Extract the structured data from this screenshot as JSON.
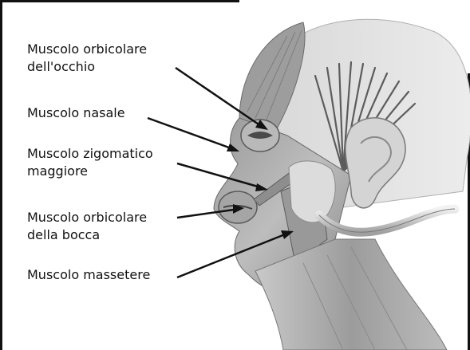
{
  "labels": [
    {
      "lines": [
        "Muscolo orbicolare",
        "dell'occhio"
      ]
    },
    {
      "lines": [
        "Muscolo nasale"
      ]
    },
    {
      "lines": [
        "Muscolo zigomatico",
        "maggiore"
      ]
    },
    {
      "lines": [
        "Muscolo orbicolare",
        "della bocca"
      ]
    },
    {
      "lines": [
        "Muscolo massetere"
      ]
    }
  ],
  "colors": {
    "background": "#ffffff",
    "border": "#111111",
    "text": "#111111",
    "skin_dark": "#7a7a7a",
    "skin_mid": "#a8a8a8",
    "skin_light": "#d6d6d6",
    "bone": "#e2e2e2"
  }
}
